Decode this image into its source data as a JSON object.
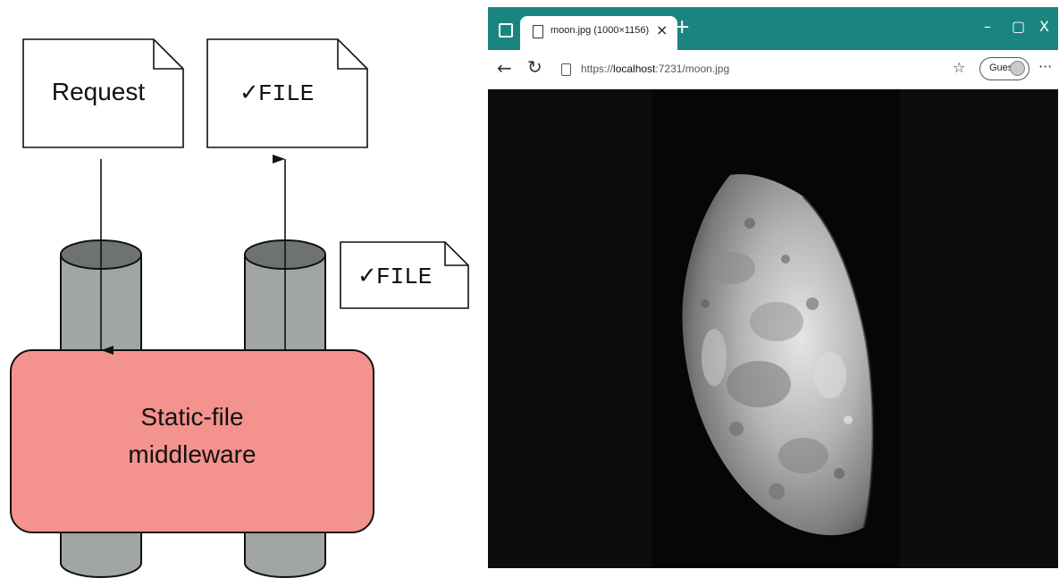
{
  "diagram": {
    "request_note": "Request",
    "response_note": {
      "check": "✓",
      "label": "FILE"
    },
    "side_note": {
      "check": "✓",
      "label": "FILE"
    },
    "middleware_line1": "Static-file",
    "middleware_line2": "middleware",
    "colors": {
      "middleware_fill": "#f4928d",
      "pipe_fill": "#a2a5a6",
      "pipe_top": "#6f7273"
    }
  },
  "browser": {
    "tab_title": "moon.jpg (1000×1156)",
    "tab_close_glyph": "×",
    "new_tab_glyph": "+",
    "window_controls": {
      "minimize": "–",
      "maximize": "▢",
      "close": "X"
    },
    "address_prefix": "https://",
    "address_host": "localhost",
    "address_rest": ":7231/moon.jpg",
    "profile_label": "Guest",
    "menu_glyph": "···",
    "back_glyph": "←",
    "refresh_glyph": "↻",
    "favorites_glyph": "☆",
    "accent_color": "#1a8580",
    "icons": [
      "tab-actions-icon",
      "page-icon",
      "close-icon",
      "plus-icon",
      "back-arrow-icon",
      "refresh-icon",
      "lock-icon",
      "favorites-star-icon",
      "avatar-icon",
      "more-icon"
    ]
  }
}
